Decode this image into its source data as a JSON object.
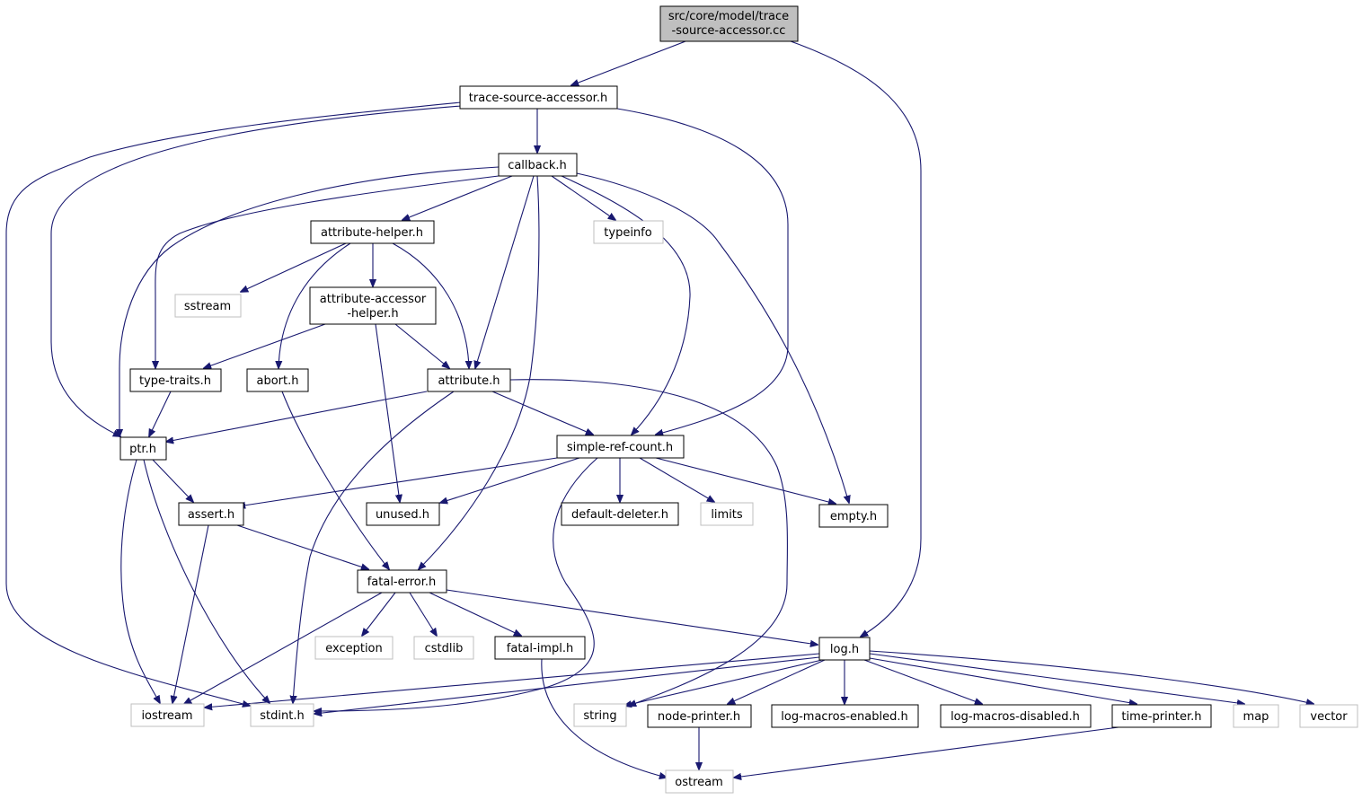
{
  "nodes": {
    "root": {
      "lines": [
        "src/core/model/trace",
        "-source-accessor.cc"
      ]
    },
    "trace_source_accessor": {
      "label": "trace-source-accessor.h"
    },
    "callback": {
      "label": "callback.h"
    },
    "attribute_helper": {
      "label": "attribute-helper.h"
    },
    "typeinfo": {
      "label": "typeinfo"
    },
    "sstream": {
      "label": "sstream"
    },
    "attribute_accessor_helper": {
      "lines": [
        "attribute-accessor",
        "-helper.h"
      ]
    },
    "type_traits": {
      "label": "type-traits.h"
    },
    "abort": {
      "label": "abort.h"
    },
    "attribute": {
      "label": "attribute.h"
    },
    "ptr": {
      "label": "ptr.h"
    },
    "simple_ref_count": {
      "label": "simple-ref-count.h"
    },
    "assert": {
      "label": "assert.h"
    },
    "unused": {
      "label": "unused.h"
    },
    "default_deleter": {
      "label": "default-deleter.h"
    },
    "limits": {
      "label": "limits"
    },
    "empty": {
      "label": "empty.h"
    },
    "fatal_error": {
      "label": "fatal-error.h"
    },
    "exception": {
      "label": "exception"
    },
    "cstdlib": {
      "label": "cstdlib"
    },
    "fatal_impl": {
      "label": "fatal-impl.h"
    },
    "log": {
      "label": "log.h"
    },
    "iostream": {
      "label": "iostream"
    },
    "stdint": {
      "label": "stdint.h"
    },
    "string": {
      "label": "string"
    },
    "node_printer": {
      "label": "node-printer.h"
    },
    "log_macros_enabled": {
      "label": "log-macros-enabled.h"
    },
    "log_macros_disabled": {
      "label": "log-macros-disabled.h"
    },
    "time_printer": {
      "label": "time-printer.h"
    },
    "map": {
      "label": "map"
    },
    "vector": {
      "label": "vector"
    },
    "ostream": {
      "label": "ostream"
    }
  },
  "colors": {
    "edge": "#191970",
    "root_fill": "#bfbfbf",
    "local_border": "#000000",
    "external_border": "#bfbfbf",
    "text": "#000000"
  }
}
